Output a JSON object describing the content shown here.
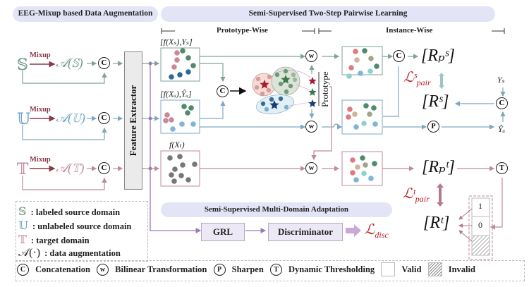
{
  "banners": {
    "augmentation": "EEG-Mixup based Data Augmentation",
    "pairwise": "Semi-Supervised Two-Step Pairwise Learning",
    "adaptation": "Semi-Supervised Multi-Domain Adaptation"
  },
  "sections": {
    "prototype_wise": "Prototype-Wise",
    "instance_wise": "Instance-Wise"
  },
  "domains": [
    {
      "symbol": "𝕊",
      "aug": "𝒜(𝕊)",
      "color": "#6e9a86"
    },
    {
      "symbol": "𝕌",
      "aug": "𝒜(𝕌)",
      "color": "#6fa2c0"
    },
    {
      "symbol": "𝕋",
      "aug": "𝒜(𝕋)",
      "color": "#c48a9a"
    }
  ],
  "mixup_label": "Mixup",
  "feature_extractor": "Feature Extractor",
  "feature_labels": {
    "source": "[f(Xₛ),Yₛ]",
    "unlabeled": "[f(Xᵤ),Ŷᵤ]",
    "target": "f(Xₜ)"
  },
  "prototype_label": "Prototype",
  "operators": {
    "concat": "C",
    "bilinear": "w",
    "sharpen": "P",
    "threshold": "T"
  },
  "relations": {
    "rps": "[Rₚˢ]",
    "rs": "[Rˢ]",
    "rpt": "[Rₚᵗ]",
    "rt": "[Rᵗ]"
  },
  "losses": {
    "pair_s": "ℒˢ",
    "pair_s_sub": "pair",
    "pair_t": "ℒᵗ",
    "pair_t_sub": "pair",
    "disc": "ℒ",
    "disc_sub": "disc"
  },
  "labels_y": {
    "ys": "Yₛ",
    "yu": "Ŷᵤ"
  },
  "threshold_cells": [
    "1",
    "0",
    ""
  ],
  "adaptation_boxes": {
    "grl": "GRL",
    "discriminator": "Discriminator"
  },
  "legend": [
    {
      "symbol": "𝕊",
      "text": ": labeled source domain",
      "color": "#6e9a86"
    },
    {
      "symbol": "𝕌",
      "text": ": unlabeled source domain",
      "color": "#6fa2c0"
    },
    {
      "symbol": "𝕋",
      "text": ": target domain",
      "color": "#c48a9a"
    },
    {
      "symbol": "𝒜(·)",
      "text": ": data augmentation",
      "color": "#222222"
    }
  ],
  "bottom_legend": [
    {
      "op": "C",
      "text": "Concatenation"
    },
    {
      "op": "w",
      "text": "Bilinear Transformation"
    },
    {
      "op": "P",
      "text": "Sharpen"
    },
    {
      "op": "T",
      "text": "Dynamic Thresholding"
    }
  ],
  "valid_label": "Valid",
  "invalid_label": "Invalid",
  "colors": {
    "source": "#6e9a86",
    "unlabeled": "#6fa2c0",
    "target": "#c48a9a",
    "mixup": "#8a3a4a",
    "loss": "#b8202a",
    "purple": "#9a7ab8",
    "banner": "#e3e4f6"
  }
}
